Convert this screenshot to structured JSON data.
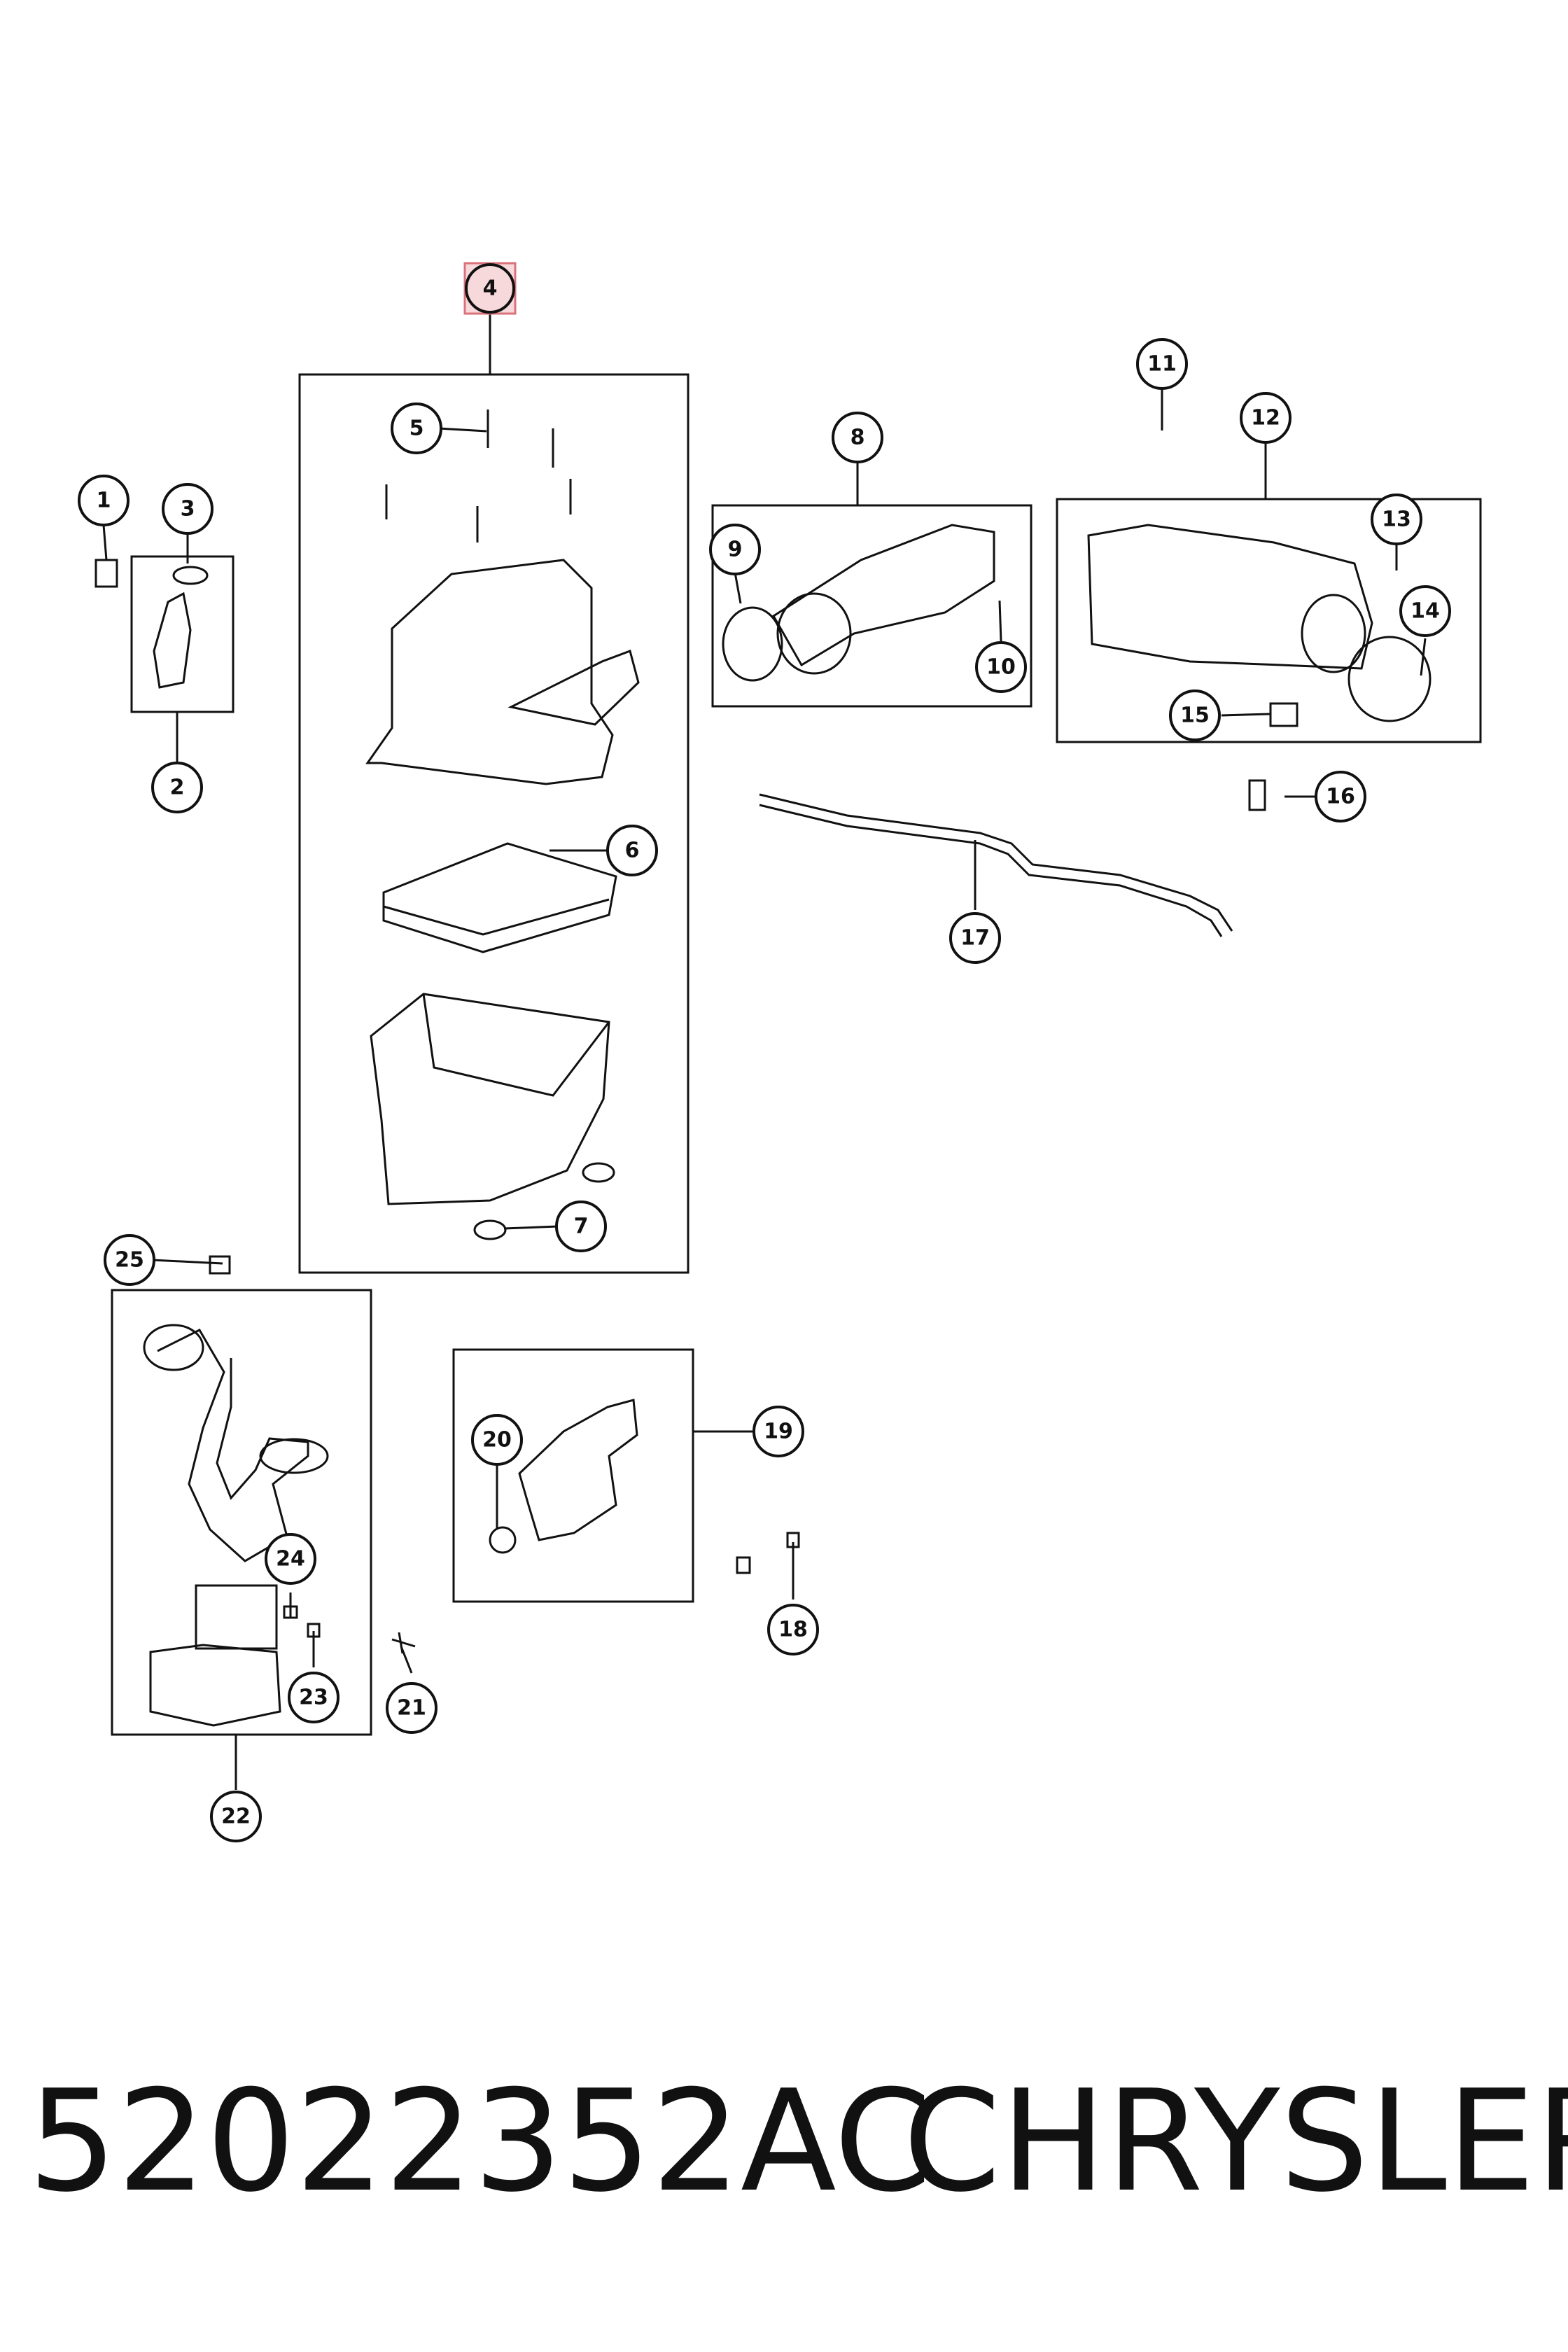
{
  "callouts": [
    "1",
    "2",
    "3",
    "4",
    "5",
    "6",
    "7",
    "8",
    "9",
    "10",
    "11",
    "12",
    "13",
    "14",
    "15",
    "16",
    "17",
    "18",
    "19",
    "20",
    "21",
    "22",
    "23",
    "24",
    "25"
  ],
  "highlighted_callout": "4",
  "highlight_color": "#d9727a",
  "line_color": "#111111",
  "caption": {
    "part_number": "52022352AC",
    "brand": "CHRYSLER"
  }
}
